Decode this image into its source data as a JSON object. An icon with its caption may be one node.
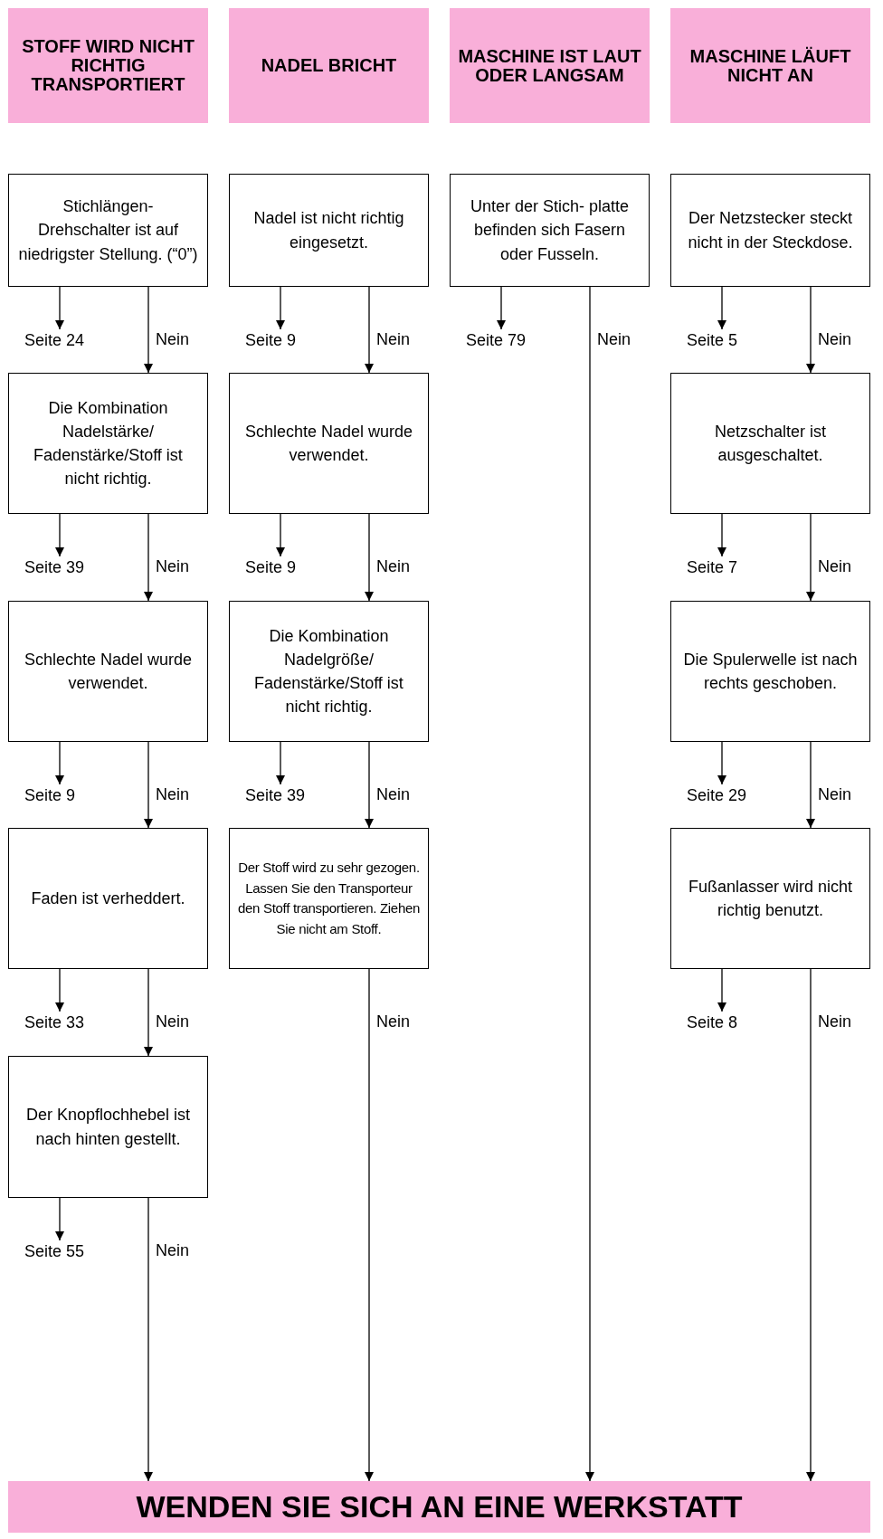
{
  "diagram": {
    "nodes": [
      {
        "text": [
          "STOFF WIRD NICHT RICHTIG TRANSPORTIERT"
        ]
      },
      {
        "text": [
          "NADEL BRICHT"
        ]
      },
      {
        "text": [
          "MASCHINE IST LAUT ODER LANGSAM"
        ]
      },
      {
        "text": [
          "MASCHINE LÄUFT NICHT AN"
        ]
      },
      {
        "text": [
          "Stichlängen- Drehschalter ist auf niedrigster Stellung. (“0”)"
        ]
      },
      {
        "text": [
          "Seite 24"
        ]
      },
      {
        "text": [
          "Die Kombination Nadelstärke/ Fadenstärke/Stoff ist nicht richtig."
        ]
      },
      {
        "text": [
          "Seite 39"
        ]
      },
      {
        "text": [
          "Schlechte Nadel wurde verwendet."
        ]
      },
      {
        "text": [
          "Seite 9"
        ]
      },
      {
        "text": [
          "Faden ist verheddert."
        ]
      },
      {
        "text": [
          "Seite 33"
        ]
      },
      {
        "text": [
          "Der Knopflochhebel ist nach hinten gestellt."
        ]
      },
      {
        "text": [
          "Seite 55"
        ]
      },
      {
        "text": [
          "Nadel ist nicht richtig eingesetzt."
        ]
      },
      {
        "text": [
          "Seite 9"
        ]
      },
      {
        "text": [
          "Schlechte Nadel wurde verwendet."
        ]
      },
      {
        "text": [
          "Seite 9"
        ]
      },
      {
        "text": [
          "Die Kombination Nadelgröße/ Fadenstärke/Stoff ist nicht richtig."
        ]
      },
      {
        "text": [
          "Seite 39"
        ]
      },
      {
        "text": [
          "Der Stoff wird zu sehr gezogen. Lassen Sie den Transporteur den Stoff transportieren. Ziehen Sie nicht am Stoff."
        ]
      },
      {
        "text": [
          "Unter der Stich- platte befinden sich Fasern oder Fusseln."
        ]
      },
      {
        "text": [
          "Seite 79"
        ]
      },
      {
        "text": [
          "Der Netzstecker steckt nicht in der Steckdose."
        ]
      },
      {
        "text": [
          "Seite 5"
        ]
      },
      {
        "text": [
          "Netzschalter ist ausgeschaltet."
        ]
      },
      {
        "text": [
          "Seite 7"
        ]
      },
      {
        "text": [
          "Die Spulerwelle ist nach rechts geschoben."
        ]
      },
      {
        "text": [
          "Seite 29"
        ]
      },
      {
        "text": [
          "Fußanlasser wird nicht richtig benutzt."
        ]
      },
      {
        "text": [
          "Seite 8"
        ]
      },
      {
        "text": [
          "WENDEN SIE SICH AN EINE WERKSTATT"
        ]
      }
    ],
    "edges": [
      {
        "from": 4,
        "to": 5,
        "arrow": "to"
      },
      {
        "from": 4,
        "to": 6,
        "arrow": "to",
        "label": "Nein"
      },
      {
        "from": 6,
        "to": 7,
        "arrow": "to"
      },
      {
        "from": 6,
        "to": 8,
        "arrow": "to",
        "label": "Nein"
      },
      {
        "from": 8,
        "to": 9,
        "arrow": "to"
      },
      {
        "from": 8,
        "to": 10,
        "arrow": "to",
        "label": "Nein"
      },
      {
        "from": 10,
        "to": 11,
        "arrow": "to"
      },
      {
        "from": 10,
        "to": 12,
        "arrow": "to",
        "label": "Nein"
      },
      {
        "from": 12,
        "to": 13,
        "arrow": "to"
      },
      {
        "from": 12,
        "to": 31,
        "arrow": "to",
        "label": "Nein"
      },
      {
        "from": 14,
        "to": 15,
        "arrow": "to"
      },
      {
        "from": 14,
        "to": 16,
        "arrow": "to",
        "label": "Nein"
      },
      {
        "from": 16,
        "to": 17,
        "arrow": "to"
      },
      {
        "from": 16,
        "to": 18,
        "arrow": "to",
        "label": "Nein"
      },
      {
        "from": 18,
        "to": 19,
        "arrow": "to"
      },
      {
        "from": 18,
        "to": 20,
        "arrow": "to",
        "label": "Nein"
      },
      {
        "from": 20,
        "to": 31,
        "arrow": "to",
        "label": "Nein"
      },
      {
        "from": 21,
        "to": 22,
        "arrow": "to"
      },
      {
        "from": 21,
        "to": 31,
        "arrow": "to",
        "label": "Nein"
      },
      {
        "from": 23,
        "to": 24,
        "arrow": "to"
      },
      {
        "from": 23,
        "to": 25,
        "arrow": "to",
        "label": "Nein"
      },
      {
        "from": 25,
        "to": 26,
        "arrow": "to"
      },
      {
        "from": 25,
        "to": 27,
        "arrow": "to",
        "label": "Nein"
      },
      {
        "from": 27,
        "to": 28,
        "arrow": "to"
      },
      {
        "from": 27,
        "to": 29,
        "arrow": "to",
        "label": "Nein"
      },
      {
        "from": 29,
        "to": 30,
        "arrow": "to"
      },
      {
        "from": 29,
        "to": 31,
        "arrow": "to",
        "label": "Nein"
      }
    ]
  }
}
